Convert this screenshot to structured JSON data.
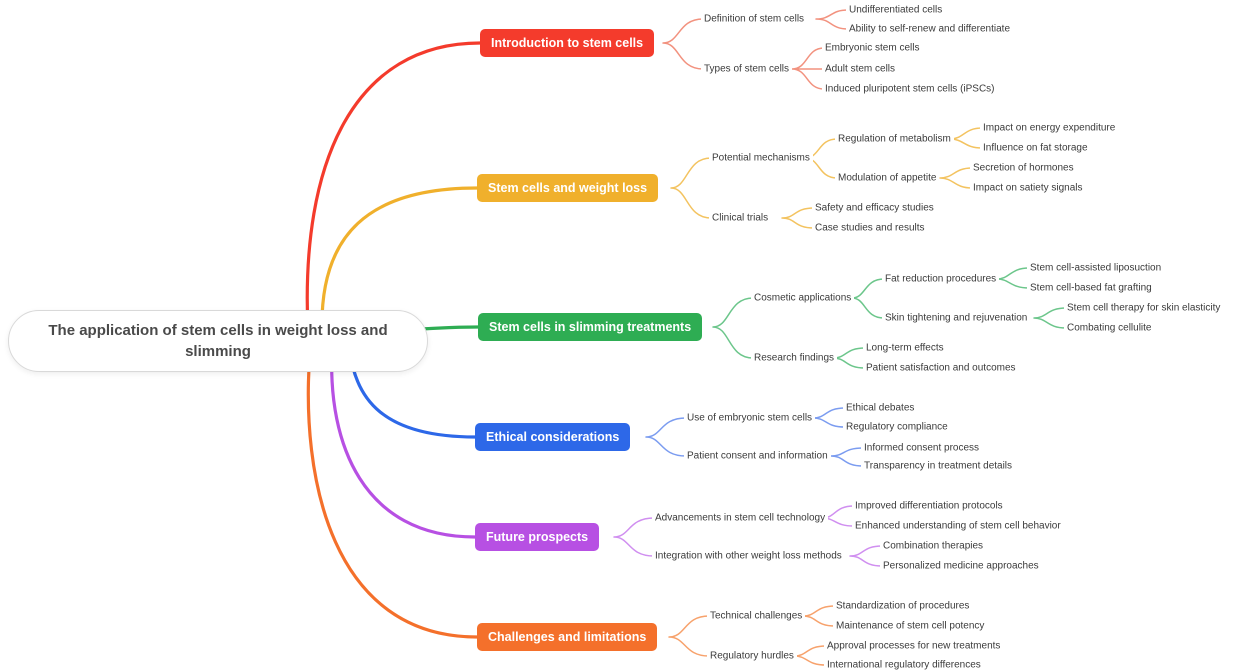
{
  "root": {
    "label": "The application of stem cells in weight loss and slimming"
  },
  "branches": [
    {
      "label": "Introduction to stem cells",
      "color": "#f43b2c",
      "line_color": "#f2927f",
      "children": [
        {
          "label": "Definition of stem cells",
          "children": [
            {
              "label": "Undifferentiated cells"
            },
            {
              "label": "Ability to self-renew and differentiate"
            }
          ]
        },
        {
          "label": "Types of stem cells",
          "children": [
            {
              "label": "Embryonic stem cells"
            },
            {
              "label": "Adult stem cells"
            },
            {
              "label": "Induced pluripotent stem cells (iPSCs)"
            }
          ]
        }
      ]
    },
    {
      "label": "Stem cells and weight loss",
      "color": "#f0b02c",
      "line_color": "#f3c360",
      "children": [
        {
          "label": "Potential mechanisms",
          "children": [
            {
              "label": "Regulation of metabolism",
              "children": [
                {
                  "label": "Impact on energy expenditure"
                },
                {
                  "label": "Influence on fat storage"
                }
              ]
            },
            {
              "label": "Modulation of appetite",
              "children": [
                {
                  "label": "Secretion of hormones"
                },
                {
                  "label": "Impact on satiety signals"
                }
              ]
            }
          ]
        },
        {
          "label": "Clinical trials",
          "children": [
            {
              "label": "Safety and efficacy studies"
            },
            {
              "label": "Case studies and results"
            }
          ]
        }
      ]
    },
    {
      "label": "Stem cells in slimming treatments",
      "color": "#2ead53",
      "line_color": "#6cc68b",
      "children": [
        {
          "label": "Cosmetic applications",
          "children": [
            {
              "label": "Fat reduction procedures",
              "children": [
                {
                  "label": "Stem cell-assisted liposuction"
                },
                {
                  "label": "Stem cell-based fat grafting"
                }
              ]
            },
            {
              "label": "Skin tightening and rejuvenation",
              "children": [
                {
                  "label": "Stem cell therapy for skin elasticity"
                },
                {
                  "label": "Combating cellulite"
                }
              ]
            }
          ]
        },
        {
          "label": "Research findings",
          "children": [
            {
              "label": "Long-term effects"
            },
            {
              "label": "Patient satisfaction and outcomes"
            }
          ]
        }
      ]
    },
    {
      "label": "Ethical considerations",
      "color": "#2d68e8",
      "line_color": "#7b9cf0",
      "children": [
        {
          "label": "Use of embryonic stem cells",
          "children": [
            {
              "label": "Ethical debates"
            },
            {
              "label": "Regulatory compliance"
            }
          ]
        },
        {
          "label": "Patient consent and information",
          "children": [
            {
              "label": "Informed consent process"
            },
            {
              "label": "Transparency in treatment details"
            }
          ]
        }
      ]
    },
    {
      "label": "Future prospects",
      "color": "#b750e3",
      "line_color": "#d08ff0",
      "children": [
        {
          "label": "Advancements in stem cell technology",
          "children": [
            {
              "label": "Improved differentiation protocols"
            },
            {
              "label": "Enhanced understanding of stem cell behavior"
            }
          ]
        },
        {
          "label": "Integration with other weight loss methods",
          "children": [
            {
              "label": "Combination therapies"
            },
            {
              "label": "Personalized medicine approaches"
            }
          ]
        }
      ]
    },
    {
      "label": "Challenges and limitations",
      "color": "#f4702b",
      "line_color": "#f7a26c",
      "children": [
        {
          "label": "Technical challenges",
          "children": [
            {
              "label": "Standardization of procedures"
            },
            {
              "label": "Maintenance of stem cell potency"
            }
          ]
        },
        {
          "label": "Regulatory hurdles",
          "children": [
            {
              "label": "Approval processes for new treatments"
            },
            {
              "label": "International regulatory differences"
            }
          ]
        }
      ]
    }
  ]
}
